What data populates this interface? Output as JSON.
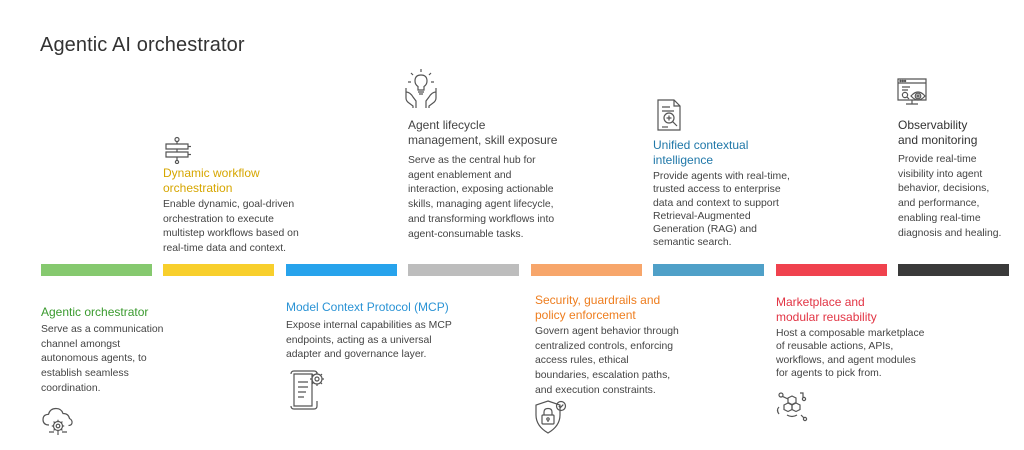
{
  "title": "Agentic AI orchestrator",
  "items": [
    {
      "heading": [
        "Agentic orchestrator"
      ],
      "body": [
        "Serve as a communication",
        "channel amongst",
        "autonomous agents, to",
        "establish seamless",
        "coordination."
      ],
      "color": "#86c96f",
      "heading_color": "#3a9a2e",
      "icon": "cloud-gear-icon"
    },
    {
      "heading": [
        "Dynamic workflow",
        "orchestration"
      ],
      "body": [
        "Enable dynamic, goal-driven",
        "orchestration to execute",
        "multistep workflows based on",
        "real-time data and context."
      ],
      "color": "#f8cf2c",
      "heading_color": "#d6a600",
      "icon": "workflow-icon"
    },
    {
      "heading": [
        "Model Context Protocol (MCP)"
      ],
      "body": [
        "Expose internal capabilities as MCP",
        "endpoints, acting as a universal",
        "adapter and governance layer."
      ],
      "color": "#27a3ec",
      "heading_color": "#2a93d5",
      "icon": "document-gear-icon"
    },
    {
      "heading": [
        "Agent lifecycle",
        "management, skill exposure"
      ],
      "body": [
        "Serve as the central hub for",
        "agent enablement and",
        "interaction, exposing actionable",
        "skills, managing agent lifecycle,",
        "and transforming workflows into",
        "agent-consumable tasks."
      ],
      "color": "#bdbdbd",
      "heading_color": "#444444",
      "icon": "lightbulb-hands-icon"
    },
    {
      "heading": [
        "Security, guardrails and",
        "policy enforcement"
      ],
      "body": [
        "Govern agent behavior through",
        "centralized controls, enforcing",
        "access rules, ethical",
        "boundaries, escalation paths,",
        "and execution constraints."
      ],
      "color": "#f7a66b",
      "heading_color": "#ee7d1e",
      "icon": "shield-lock-icon"
    },
    {
      "heading": [
        "Unified contextual",
        "intelligence"
      ],
      "body": [
        "Provide agents with real-time,",
        "trusted access to enterprise",
        "data and context to support",
        "Retrieval-Augmented",
        "Generation (RAG) and",
        "semantic search."
      ],
      "color": "#4fa0c8",
      "heading_color": "#1f77a8",
      "icon": "document-search-icon"
    },
    {
      "heading": [
        "Marketplace and",
        "modular reusability"
      ],
      "body": [
        "Host a composable marketplace",
        "of reusable actions, APIs,",
        "workflows, and agent modules",
        "for agents to pick from."
      ],
      "color": "#f0424e",
      "heading_color": "#e23444",
      "icon": "hexagon-network-icon"
    },
    {
      "heading": [
        "Observability",
        "and monitoring"
      ],
      "body": [
        "Provide real-time",
        "visibility into agent",
        "behavior, decisions,",
        "and performance,",
        "enabling real-time",
        "diagnosis and healing."
      ],
      "color": "#3a3a3a",
      "heading_color": "#333333",
      "icon": "monitor-eye-icon"
    }
  ]
}
